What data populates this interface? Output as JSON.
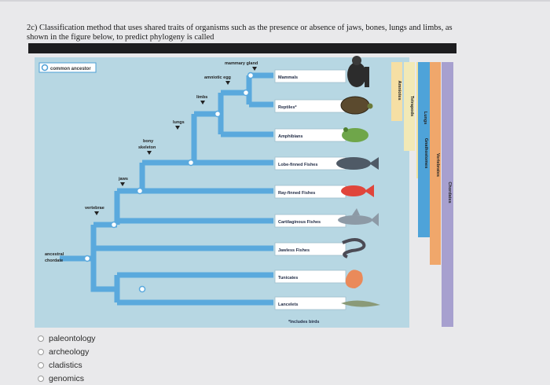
{
  "question": {
    "text": "2c) Classification method that uses shared traits of organisms such as the presence or absence of jaws, bones, lungs and limbs, as shown in the figure below, to predict phylogeny is called"
  },
  "figure": {
    "legend_label": "common ancestor",
    "traits": {
      "mammary_gland": "mammary gland",
      "amniotic_egg": "amniotic egg",
      "limbs": "limbs",
      "lungs": "lungs",
      "bony_skeleton_1": "bony",
      "bony_skeleton_2": "skeleton",
      "jaws": "jaws",
      "vertebrae": "vertebrae",
      "ancestral_1": "ancestral",
      "ancestral_2": "chordate"
    },
    "taxa": [
      "Mammals",
      "Reptiles*",
      "Amphibians",
      "Lobe-finned Fishes",
      "Ray-finned Fishes",
      "Cartilaginous Fishes",
      "Jawless Fishes",
      "Tunicates",
      "Lancelets"
    ],
    "footnote": "*Includes birds",
    "groups": [
      "Amniotes",
      "Tetrapods",
      "Lungs",
      "Gnathostomes",
      "Vertebrates",
      "Chordates"
    ],
    "colors": {
      "branch": "#5aa9dd",
      "panel": "#b7d7e3",
      "header_bar": "#1d1d1f",
      "amniotes": "#f6dfa4",
      "tetrapods": "#f2e9b6",
      "lungs": "#f0e2a0",
      "gnathostomes": "#4ea3d9",
      "vertebrates": "#f0a76b",
      "chordates": "#a7a0cf"
    }
  },
  "options": [
    "paleontology",
    "archeology",
    "cladistics",
    "genomics"
  ]
}
